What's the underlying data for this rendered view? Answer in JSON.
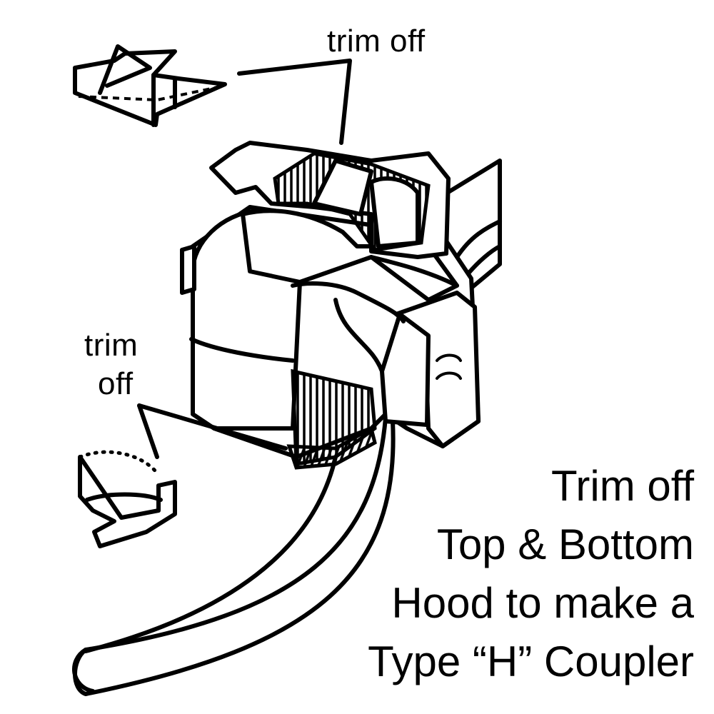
{
  "labels": {
    "trim_top": "trim off",
    "trim_left_line1": "trim",
    "trim_left_line2": "off"
  },
  "caption": {
    "line1": "Trim off",
    "line2": "Top & Bottom",
    "line3": "Hood to make a",
    "line4": "Type “H” Coupler"
  },
  "colors": {
    "ink": "#000000",
    "paper": "#ffffff"
  }
}
